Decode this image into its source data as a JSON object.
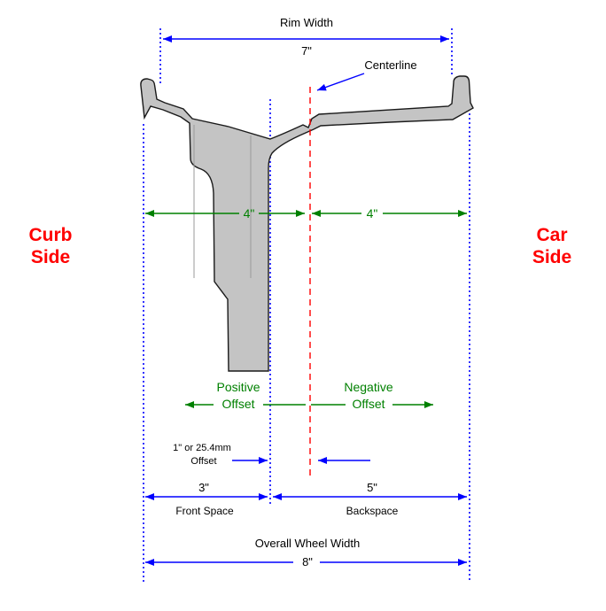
{
  "labels": {
    "curb_side": {
      "top": "Curb",
      "bottom": "Side"
    },
    "car_side": {
      "top": "Car",
      "bottom": "Side"
    },
    "rim_width": {
      "title": "Rim Width",
      "value": "7\""
    },
    "centerline": {
      "title": "Centerline"
    },
    "half_left": {
      "value": "4\""
    },
    "half_right": {
      "value": "4\""
    },
    "positive_offset": {
      "top": "Positive",
      "bottom": "Offset"
    },
    "negative_offset": {
      "top": "Negative",
      "bottom": "Offset"
    },
    "offset_measure": {
      "top": "1\" or 25.4mm",
      "bottom": "Offset"
    },
    "front_space": {
      "value": "3\"",
      "title": "Front Space"
    },
    "backspace": {
      "value": "5\"",
      "title": "Backspace"
    },
    "overall_width": {
      "title": "Overall Wheel Width",
      "value": "8\""
    }
  },
  "colors": {
    "measure_blue": "#0000ff",
    "dimension_green": "#008000",
    "accent_red": "#ff0000",
    "wheel_fill": "#c4c4c4",
    "outline": "#1a1a1a"
  }
}
